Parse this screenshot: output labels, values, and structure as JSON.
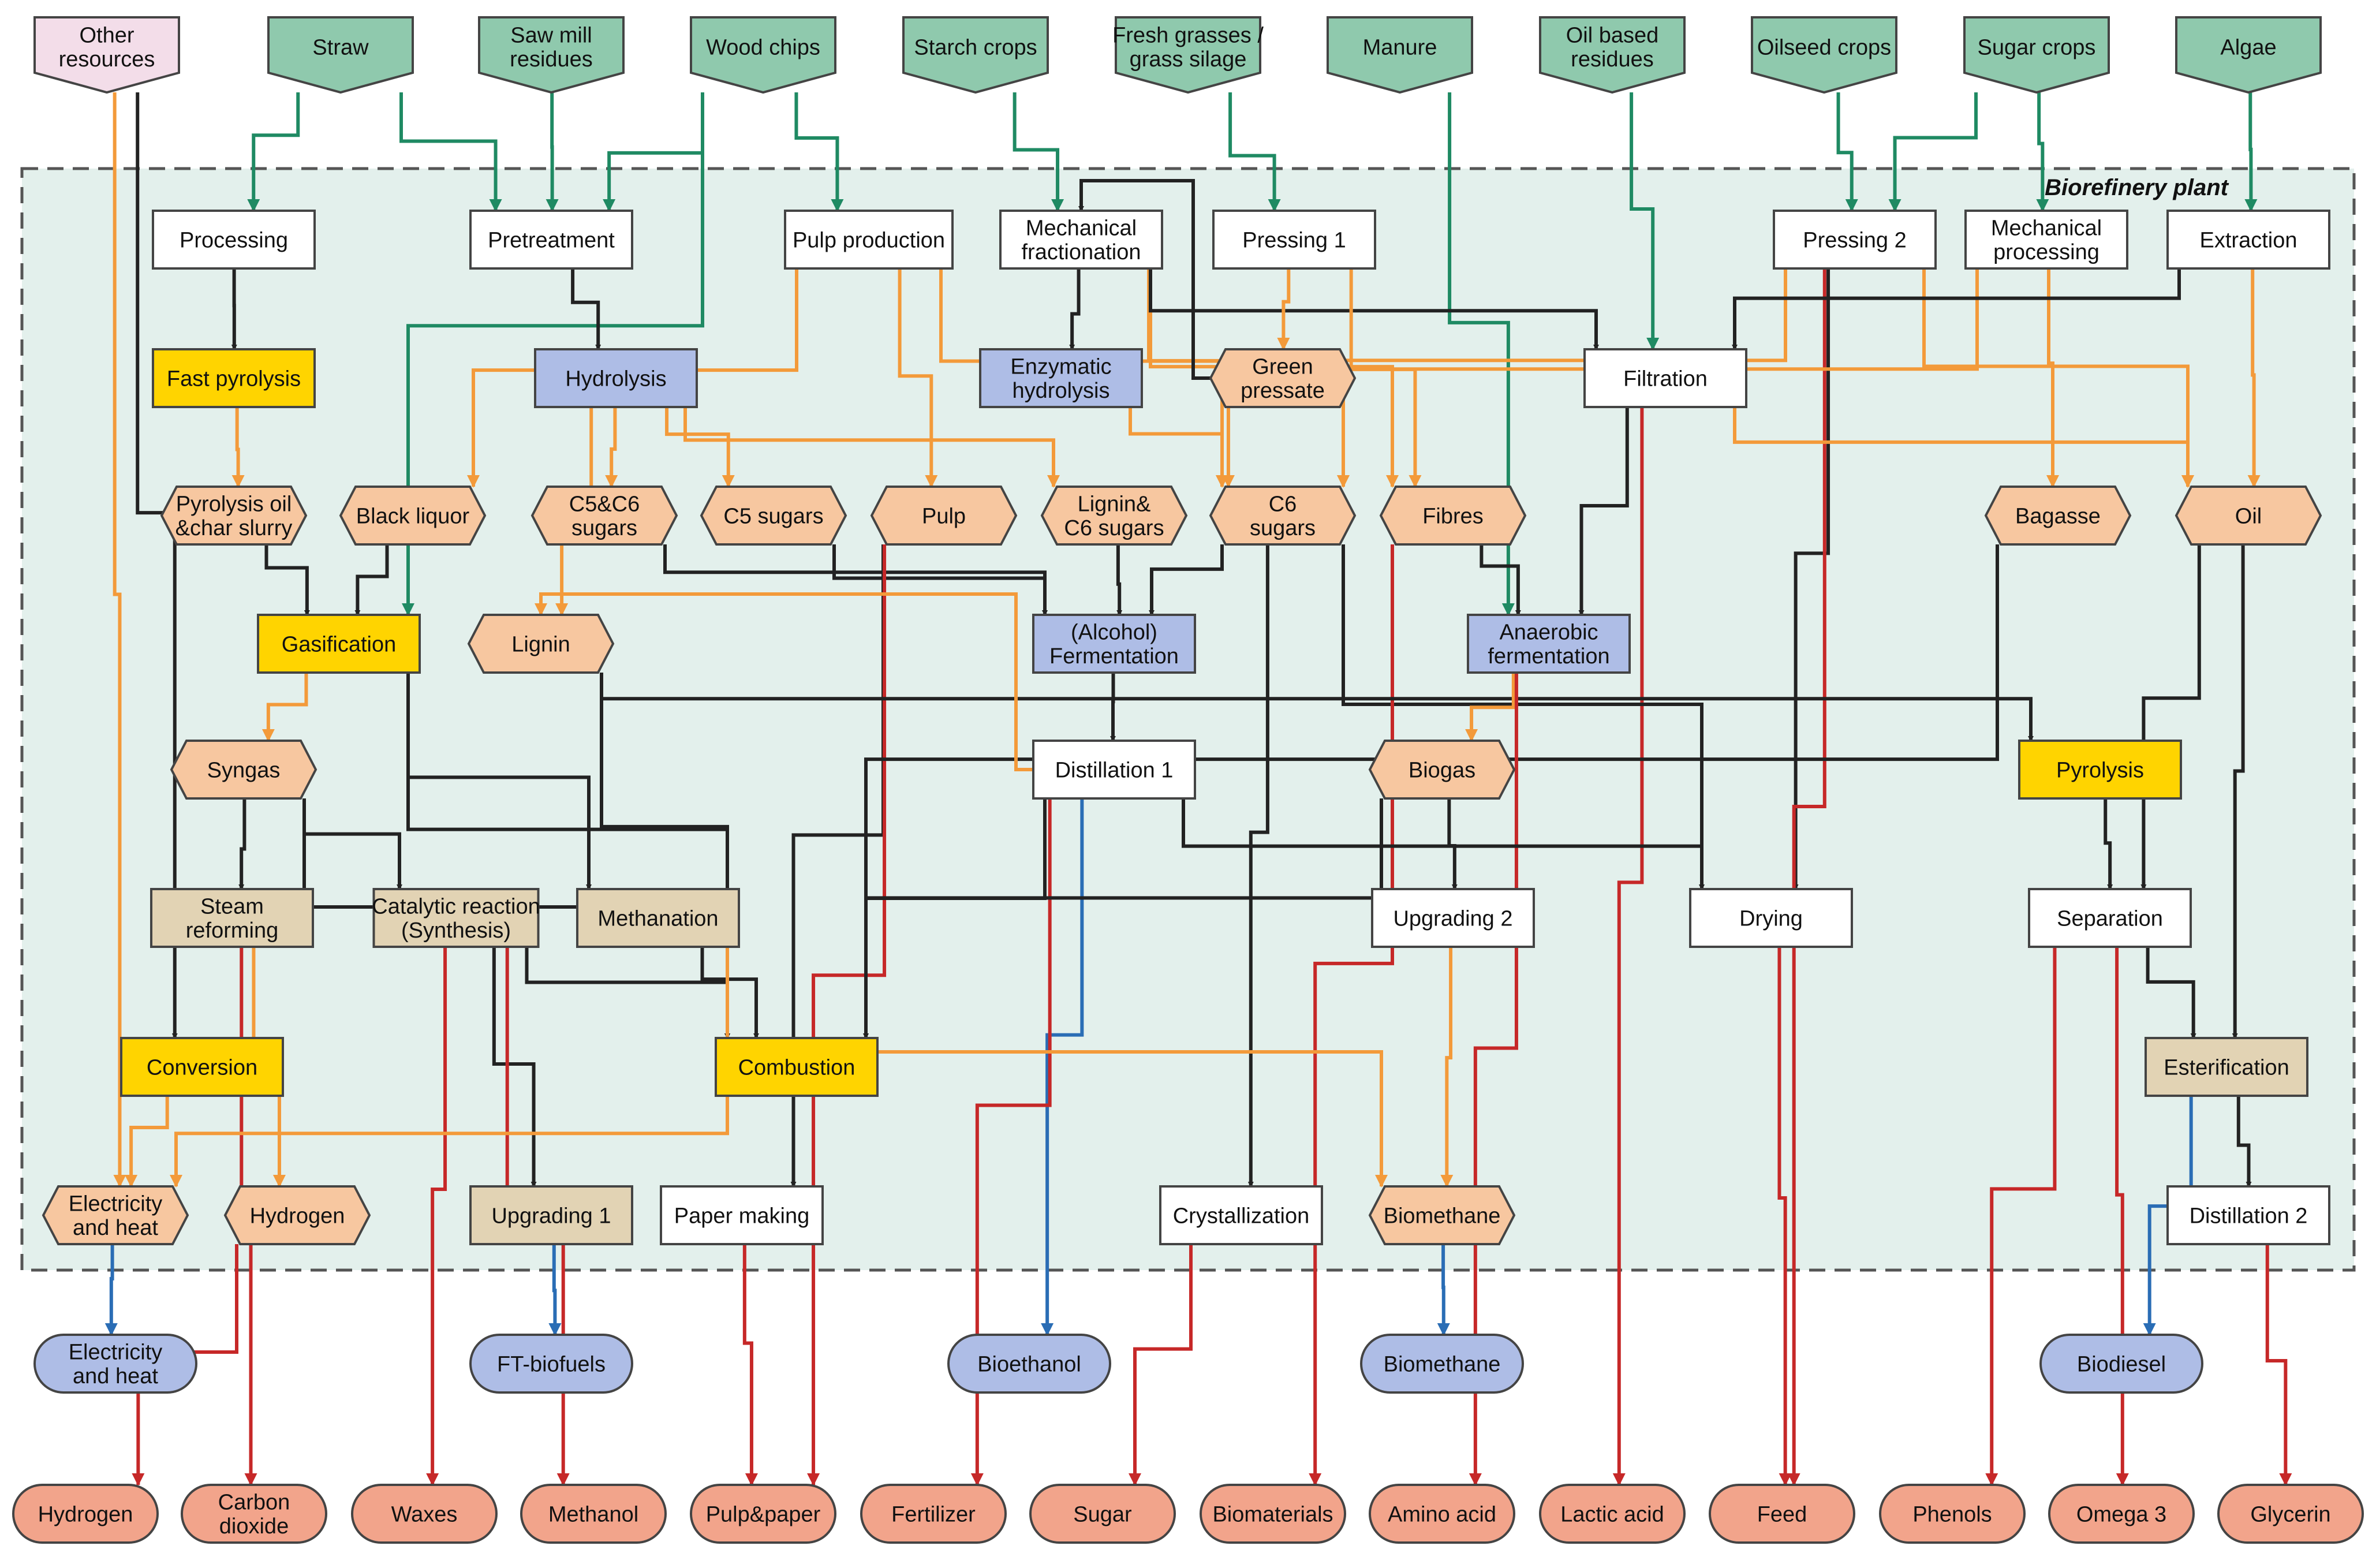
{
  "title": "Biorefinery plant",
  "colors": {
    "resource": "#8fc9ad",
    "other_resource": "#f3dde9",
    "process_white": "#ffffff",
    "process_blue": "#aebde6",
    "process_yellow": "#ffd400",
    "process_tan": "#e2d3b4",
    "intermediate": "#f7c7a0",
    "energy_product": "#aebde6",
    "material_product": "#f2a48b",
    "arrow_black": "#222222",
    "arrow_green": "#1f8a63",
    "arrow_orange": "#f39a3a",
    "arrow_red": "#c62828",
    "arrow_blue": "#2a6db5",
    "plant_bg": "#e3f0ec"
  },
  "resources": [
    {
      "id": "other",
      "label": "Other\nresources"
    },
    {
      "id": "straw",
      "label": "Straw"
    },
    {
      "id": "sawmill",
      "label": "Saw mill\nresidues"
    },
    {
      "id": "woodchips",
      "label": "Wood chips"
    },
    {
      "id": "starch",
      "label": "Starch crops"
    },
    {
      "id": "grasses",
      "label": "Fresh grasses /\ngrass silage"
    },
    {
      "id": "manure",
      "label": "Manure"
    },
    {
      "id": "oilres",
      "label": "Oil based\nresidues"
    },
    {
      "id": "oilseed",
      "label": "Oilseed crops"
    },
    {
      "id": "sugarcrops",
      "label": "Sugar crops"
    },
    {
      "id": "algae",
      "label": "Algae"
    }
  ],
  "processes": [
    {
      "id": "processing",
      "label": "Processing"
    },
    {
      "id": "pretreatment",
      "label": "Pretreatment"
    },
    {
      "id": "pulpprod",
      "label": "Pulp production"
    },
    {
      "id": "mechfrac",
      "label": "Mechanical\nfractionation"
    },
    {
      "id": "pressing1",
      "label": "Pressing 1"
    },
    {
      "id": "pressing2",
      "label": "Pressing 2"
    },
    {
      "id": "mechproc",
      "label": "Mechanical\nprocessing"
    },
    {
      "id": "extraction",
      "label": "Extraction"
    },
    {
      "id": "fastpyro",
      "label": "Fast pyrolysis"
    },
    {
      "id": "hydrolysis",
      "label": "Hydrolysis"
    },
    {
      "id": "enzhydro",
      "label": "Enzymatic\nhydrolysis"
    },
    {
      "id": "filtration",
      "label": "Filtration"
    },
    {
      "id": "gasification",
      "label": "Gasification"
    },
    {
      "id": "alcferm",
      "label": "(Alcohol)\nFermentation"
    },
    {
      "id": "anaerobic",
      "label": "Anaerobic\nfermentation"
    },
    {
      "id": "distill1",
      "label": "Distillation 1"
    },
    {
      "id": "pyrolysis",
      "label": "Pyrolysis"
    },
    {
      "id": "steamref",
      "label": "Steam\nreforming"
    },
    {
      "id": "catalytic",
      "label": "Catalytic reaction\n(Synthesis)"
    },
    {
      "id": "methanation",
      "label": "Methanation"
    },
    {
      "id": "upgrading2",
      "label": "Upgrading 2"
    },
    {
      "id": "drying",
      "label": "Drying"
    },
    {
      "id": "separation",
      "label": "Separation"
    },
    {
      "id": "conversion",
      "label": "Conversion"
    },
    {
      "id": "combustion",
      "label": "Combustion"
    },
    {
      "id": "esterification",
      "label": "Esterification"
    },
    {
      "id": "upgrading1",
      "label": "Upgrading 1"
    },
    {
      "id": "papermaking",
      "label": "Paper making"
    },
    {
      "id": "crystallization",
      "label": "Crystallization"
    },
    {
      "id": "distill2",
      "label": "Distillation 2"
    }
  ],
  "intermediates": [
    {
      "id": "greenpress",
      "label": "Green\npressate"
    },
    {
      "id": "pyrooil",
      "label": "Pyrolysis oil\n&char slurry"
    },
    {
      "id": "blackliq",
      "label": "Black liquor"
    },
    {
      "id": "c5c6",
      "label": "C5&C6\nsugars"
    },
    {
      "id": "c5",
      "label": "C5 sugars"
    },
    {
      "id": "pulp",
      "label": "Pulp"
    },
    {
      "id": "ligc6",
      "label": "Lignin&\nC6 sugars"
    },
    {
      "id": "c6",
      "label": "C6\nsugars"
    },
    {
      "id": "fibres",
      "label": "Fibres"
    },
    {
      "id": "bagasse",
      "label": "Bagasse"
    },
    {
      "id": "oil",
      "label": "Oil"
    },
    {
      "id": "lignin",
      "label": "Lignin"
    },
    {
      "id": "syngas",
      "label": "Syngas"
    },
    {
      "id": "biogas",
      "label": "Biogas"
    },
    {
      "id": "elecheat_i",
      "label": "Electricity\nand heat"
    },
    {
      "id": "hydrogen_i",
      "label": "Hydrogen"
    },
    {
      "id": "biomethane_i",
      "label": "Biomethane"
    }
  ],
  "energy_products": [
    {
      "id": "elecheat_p",
      "label": "Electricity\nand heat"
    },
    {
      "id": "ftbio",
      "label": "FT-biofuels"
    },
    {
      "id": "bioethanol",
      "label": "Bioethanol"
    },
    {
      "id": "biomethane_p",
      "label": "Biomethane"
    },
    {
      "id": "biodiesel",
      "label": "Biodiesel"
    }
  ],
  "material_products": [
    {
      "id": "m_hydrogen",
      "label": "Hydrogen"
    },
    {
      "id": "m_co2",
      "label": "Carbon\ndioxide"
    },
    {
      "id": "m_waxes",
      "label": "Waxes"
    },
    {
      "id": "m_methanol",
      "label": "Methanol"
    },
    {
      "id": "m_pulppaper",
      "label": "Pulp&paper"
    },
    {
      "id": "m_fertilizer",
      "label": "Fertilizer"
    },
    {
      "id": "m_sugar",
      "label": "Sugar"
    },
    {
      "id": "m_biomaterials",
      "label": "Biomaterials"
    },
    {
      "id": "m_amino",
      "label": "Amino acid"
    },
    {
      "id": "m_lactic",
      "label": "Lactic acid"
    },
    {
      "id": "m_feed",
      "label": "Feed"
    },
    {
      "id": "m_phenols",
      "label": "Phenols"
    },
    {
      "id": "m_omega3",
      "label": "Omega 3"
    },
    {
      "id": "m_glycerin",
      "label": "Glycerin"
    }
  ],
  "edges": [
    {
      "from": "straw",
      "to": "processing",
      "color": "green"
    },
    {
      "from": "straw",
      "to": "pretreatment",
      "color": "green"
    },
    {
      "from": "sawmill",
      "to": "pretreatment",
      "color": "green"
    },
    {
      "from": "woodchips",
      "to": "pretreatment",
      "color": "green"
    },
    {
      "from": "woodchips",
      "to": "pulpprod",
      "color": "green"
    },
    {
      "from": "woodchips",
      "to": "gasification",
      "color": "green"
    },
    {
      "from": "starch",
      "to": "mechfrac",
      "color": "green"
    },
    {
      "from": "grasses",
      "to": "pressing1",
      "color": "green"
    },
    {
      "from": "manure",
      "to": "anaerobic",
      "color": "green"
    },
    {
      "from": "oilres",
      "to": "filtration",
      "color": "green"
    },
    {
      "from": "oilseed",
      "to": "pressing2",
      "color": "green"
    },
    {
      "from": "sugarcrops",
      "to": "pressing2",
      "color": "green"
    },
    {
      "from": "sugarcrops",
      "to": "mechproc",
      "color": "green"
    },
    {
      "from": "algae",
      "to": "extraction",
      "color": "green"
    },
    {
      "from": "other",
      "to": "elecheat_i",
      "color": "orange"
    },
    {
      "from": "other",
      "to": "conversion",
      "color": "black"
    },
    {
      "from": "processing",
      "to": "fastpyro",
      "color": "black"
    },
    {
      "from": "fastpyro",
      "to": "pyrooil",
      "color": "orange"
    },
    {
      "from": "pyrooil",
      "to": "gasification",
      "color": "black"
    },
    {
      "from": "pretreatment",
      "to": "hydrolysis",
      "color": "black"
    },
    {
      "from": "pulpprod",
      "to": "blackliq",
      "color": "orange"
    },
    {
      "from": "pulpprod",
      "to": "pulp",
      "color": "orange"
    },
    {
      "from": "pulpprod",
      "to": "c6",
      "color": "orange"
    },
    {
      "from": "blackliq",
      "to": "gasification",
      "color": "black"
    },
    {
      "from": "hydrolysis",
      "to": "c5c6",
      "color": "orange"
    },
    {
      "from": "hydrolysis",
      "to": "c5",
      "color": "orange"
    },
    {
      "from": "hydrolysis",
      "to": "ligc6",
      "color": "orange"
    },
    {
      "from": "hydrolysis",
      "to": "lignin",
      "color": "orange"
    },
    {
      "from": "mechfrac",
      "to": "enzhydro",
      "color": "black"
    },
    {
      "from": "mechfrac",
      "to": "c6",
      "color": "orange"
    },
    {
      "from": "mechfrac",
      "to": "fibres",
      "color": "orange"
    },
    {
      "from": "mechfrac",
      "to": "filtration",
      "color": "black"
    },
    {
      "from": "enzhydro",
      "to": "c6",
      "color": "orange"
    },
    {
      "from": "pressing1",
      "to": "greenpress",
      "color": "orange"
    },
    {
      "from": "pressing1",
      "to": "fibres",
      "color": "orange"
    },
    {
      "from": "greenpress",
      "to": "mechfrac",
      "color": "black"
    },
    {
      "from": "pressing2",
      "to": "c6",
      "color": "orange"
    },
    {
      "from": "pressing2",
      "to": "oil",
      "color": "orange"
    },
    {
      "from": "pressing2",
      "to": "drying",
      "color": "black"
    },
    {
      "from": "pressing2",
      "to": "m_feed",
      "color": "red"
    },
    {
      "from": "mechproc",
      "to": "bagasse",
      "color": "orange"
    },
    {
      "from": "mechproc",
      "to": "c6",
      "color": "orange"
    },
    {
      "from": "extraction",
      "to": "oil",
      "color": "orange"
    },
    {
      "from": "extraction",
      "to": "filtration",
      "color": "black"
    },
    {
      "from": "filtration",
      "to": "oil",
      "color": "orange"
    },
    {
      "from": "filtration",
      "to": "anaerobic",
      "color": "black"
    },
    {
      "from": "filtration",
      "to": "m_lactic",
      "color": "red"
    },
    {
      "from": "c5c6",
      "to": "alcferm",
      "color": "black"
    },
    {
      "from": "c5",
      "to": "alcferm",
      "color": "black"
    },
    {
      "from": "ligc6",
      "to": "alcferm",
      "color": "black"
    },
    {
      "from": "c6",
      "to": "alcferm",
      "color": "black"
    },
    {
      "from": "c6",
      "to": "crystallization",
      "color": "black"
    },
    {
      "from": "c6",
      "to": "drying",
      "color": "black"
    },
    {
      "from": "fibres",
      "to": "anaerobic",
      "color": "black"
    },
    {
      "from": "fibres",
      "to": "m_biomaterials",
      "color": "red"
    },
    {
      "from": "pulp",
      "to": "papermaking",
      "color": "black"
    },
    {
      "from": "pulp",
      "to": "m_pulppaper",
      "color": "red"
    },
    {
      "from": "bagasse",
      "to": "combustion",
      "color": "black"
    },
    {
      "from": "oil",
      "to": "separation",
      "color": "black"
    },
    {
      "from": "oil",
      "to": "esterification",
      "color": "black"
    },
    {
      "from": "lignin",
      "to": "combustion",
      "color": "black"
    },
    {
      "from": "lignin",
      "to": "pyrolysis",
      "color": "black"
    },
    {
      "from": "gasification",
      "to": "syngas",
      "color": "orange"
    },
    {
      "from": "gasification",
      "to": "methanation",
      "color": "black"
    },
    {
      "from": "gasification",
      "to": "combustion",
      "color": "black"
    },
    {
      "from": "alcferm",
      "to": "distill1",
      "color": "black"
    },
    {
      "from": "anaerobic",
      "to": "biogas",
      "color": "orange"
    },
    {
      "from": "anaerobic",
      "to": "m_amino",
      "color": "red"
    },
    {
      "from": "distill1",
      "to": "bioethanol",
      "color": "blue"
    },
    {
      "from": "distill1",
      "to": "lignin",
      "color": "orange"
    },
    {
      "from": "distill1",
      "to": "drying",
      "color": "black"
    },
    {
      "from": "distill1",
      "to": "combustion",
      "color": "black"
    },
    {
      "from": "distill1",
      "to": "m_fertilizer",
      "color": "red"
    },
    {
      "from": "pyrolysis",
      "to": "separation",
      "color": "black"
    },
    {
      "from": "syngas",
      "to": "steamref",
      "color": "black"
    },
    {
      "from": "syngas",
      "to": "catalytic",
      "color": "black"
    },
    {
      "from": "syngas",
      "to": "combustion",
      "color": "black"
    },
    {
      "from": "biogas",
      "to": "upgrading2",
      "color": "black"
    },
    {
      "from": "biogas",
      "to": "combustion",
      "color": "black"
    },
    {
      "from": "steamref",
      "to": "hydrogen_i",
      "color": "orange"
    },
    {
      "from": "steamref",
      "to": "m_co2",
      "color": "red"
    },
    {
      "from": "catalytic",
      "to": "upgrading1",
      "color": "black"
    },
    {
      "from": "catalytic",
      "to": "combustion",
      "color": "black"
    },
    {
      "from": "catalytic",
      "to": "m_waxes",
      "color": "red"
    },
    {
      "from": "catalytic",
      "to": "m_methanol",
      "color": "red"
    },
    {
      "from": "methanation",
      "to": "combustion",
      "color": "black"
    },
    {
      "from": "methanation",
      "to": "biomethane_i",
      "color": "orange"
    },
    {
      "from": "upgrading2",
      "to": "biomethane_i",
      "color": "orange"
    },
    {
      "from": "drying",
      "to": "m_feed",
      "color": "red"
    },
    {
      "from": "separation",
      "to": "esterification",
      "color": "black"
    },
    {
      "from": "separation",
      "to": "m_phenols",
      "color": "red"
    },
    {
      "from": "separation",
      "to": "m_omega3",
      "color": "red"
    },
    {
      "from": "conversion",
      "to": "elecheat_i",
      "color": "orange"
    },
    {
      "from": "combustion",
      "to": "elecheat_i",
      "color": "orange"
    },
    {
      "from": "esterification",
      "to": "biodiesel",
      "color": "blue"
    },
    {
      "from": "esterification",
      "to": "distill2",
      "color": "black"
    },
    {
      "from": "elecheat_i",
      "to": "elecheat_p",
      "color": "blue"
    },
    {
      "from": "hydrogen_i",
      "to": "m_hydrogen",
      "color": "red"
    },
    {
      "from": "upgrading1",
      "to": "ftbio",
      "color": "blue"
    },
    {
      "from": "papermaking",
      "to": "m_pulppaper",
      "color": "red"
    },
    {
      "from": "crystallization",
      "to": "m_sugar",
      "color": "red"
    },
    {
      "from": "biomethane_i",
      "to": "biomethane_p",
      "color": "blue"
    },
    {
      "from": "distill2",
      "to": "m_glycerin",
      "color": "red"
    }
  ]
}
